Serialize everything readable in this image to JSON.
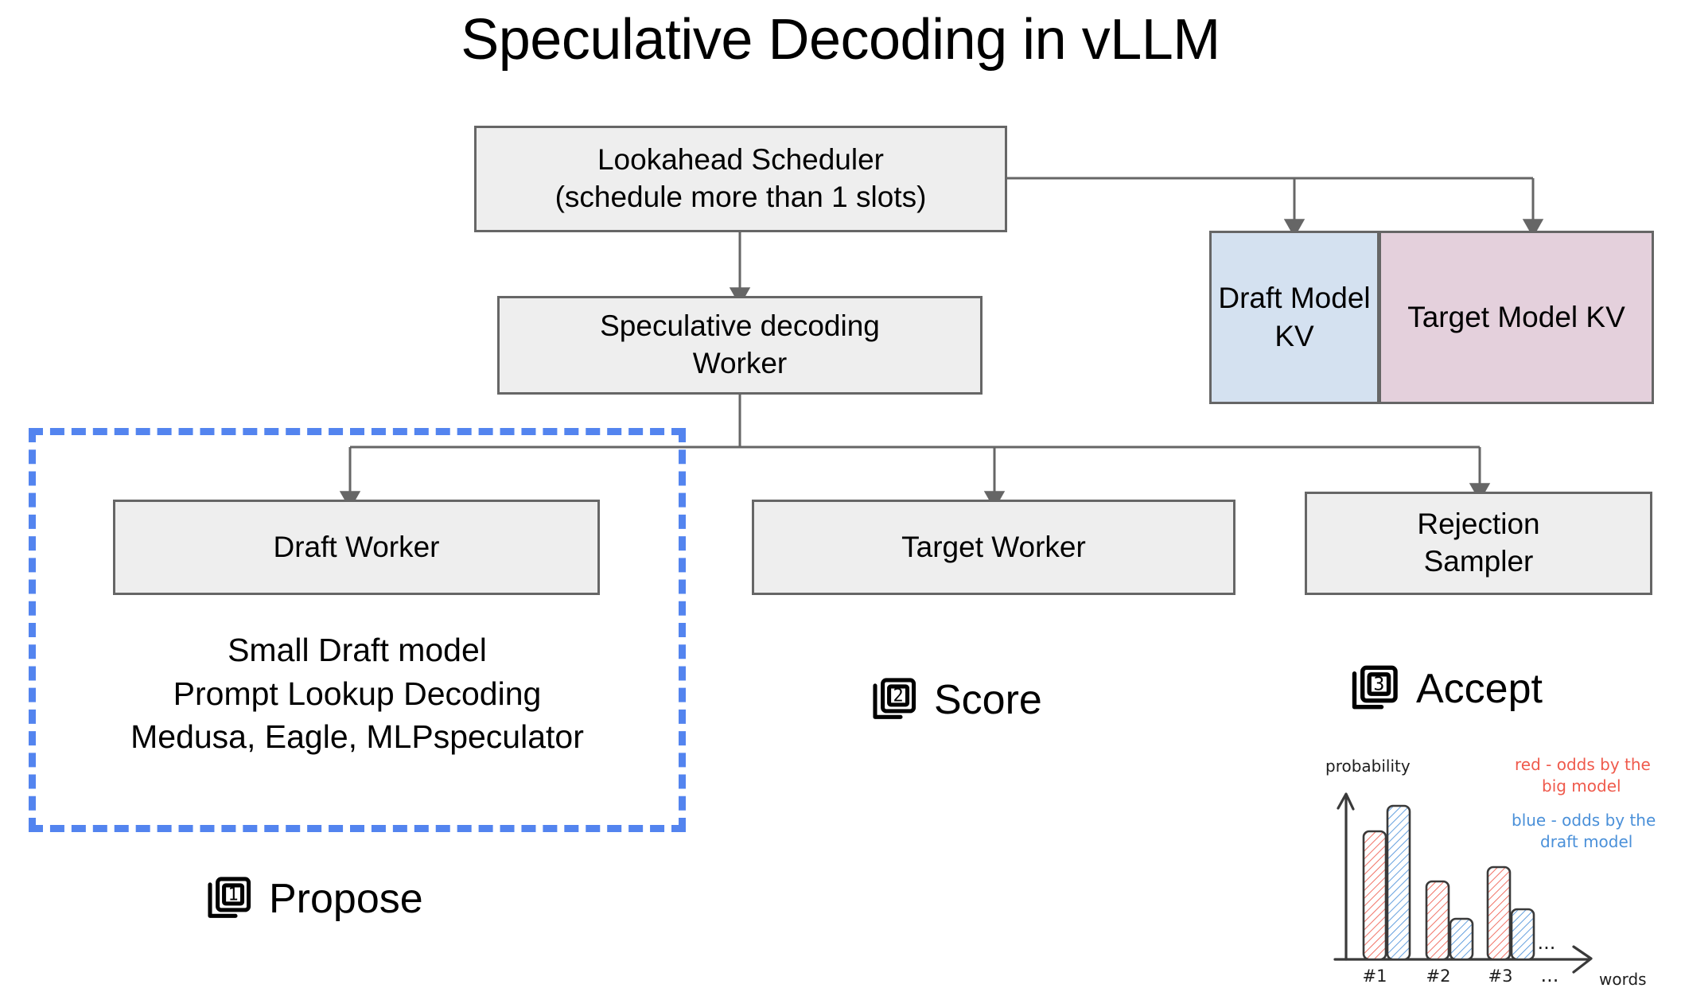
{
  "title": "Speculative Decoding in vLLM",
  "colors": {
    "node_fill": "#eeeeee",
    "node_stroke": "#666666",
    "draft_kv_fill": "#d4e1f0",
    "target_kv_fill": "#e4d0dc",
    "highlight_dashed": "#5384ef",
    "chart_red": "#ef5a4c",
    "chart_blue": "#4a90d9",
    "chart_ink": "#3a3a3a"
  },
  "nodes": {
    "scheduler": {
      "line1": "Lookahead Scheduler",
      "line2": "(schedule more than 1 slots)"
    },
    "spec_worker": {
      "line1": "Speculative decoding",
      "line2": "Worker"
    },
    "draft_worker": {
      "label": "Draft Worker"
    },
    "target_worker": {
      "label": "Target Worker"
    },
    "rejection_sampler": {
      "line1": "Rejection",
      "line2": "Sampler"
    },
    "draft_kv": {
      "line1": "Draft",
      "line2": "Model",
      "line3": "KV"
    },
    "target_kv": {
      "line1": "Target Model",
      "line2": "KV"
    }
  },
  "draft_details": {
    "line1": "Small Draft model",
    "line2": "Prompt Lookup Decoding",
    "line3": "Medusa, Eagle, MLPspeculator"
  },
  "steps": [
    {
      "number": "1",
      "label": "Propose"
    },
    {
      "number": "2",
      "label": "Score"
    },
    {
      "number": "3",
      "label": "Accept"
    }
  ],
  "chart_data": {
    "type": "bar",
    "title": "",
    "xlabel": "words",
    "ylabel": "probability",
    "categories": [
      "#1",
      "#2",
      "#3",
      "..."
    ],
    "series": [
      {
        "name": "red - odds by the big model",
        "color": "#ef5a4c",
        "values": [
          0.77,
          0.47,
          0.56
        ]
      },
      {
        "name": "blue - odds by the draft model",
        "color": "#4a90d9",
        "values": [
          0.9,
          0.22,
          0.3
        ]
      }
    ],
    "ylim": [
      0,
      1
    ],
    "grid": false,
    "legend": [
      {
        "line1": "red - odds by the",
        "line2": "big model",
        "color": "#ef5a4c"
      },
      {
        "line1": "blue - odds by the",
        "line2": "draft model",
        "color": "#4a90d9"
      }
    ],
    "ellipsis_top": "...",
    "ellipsis_bottom": "..."
  }
}
